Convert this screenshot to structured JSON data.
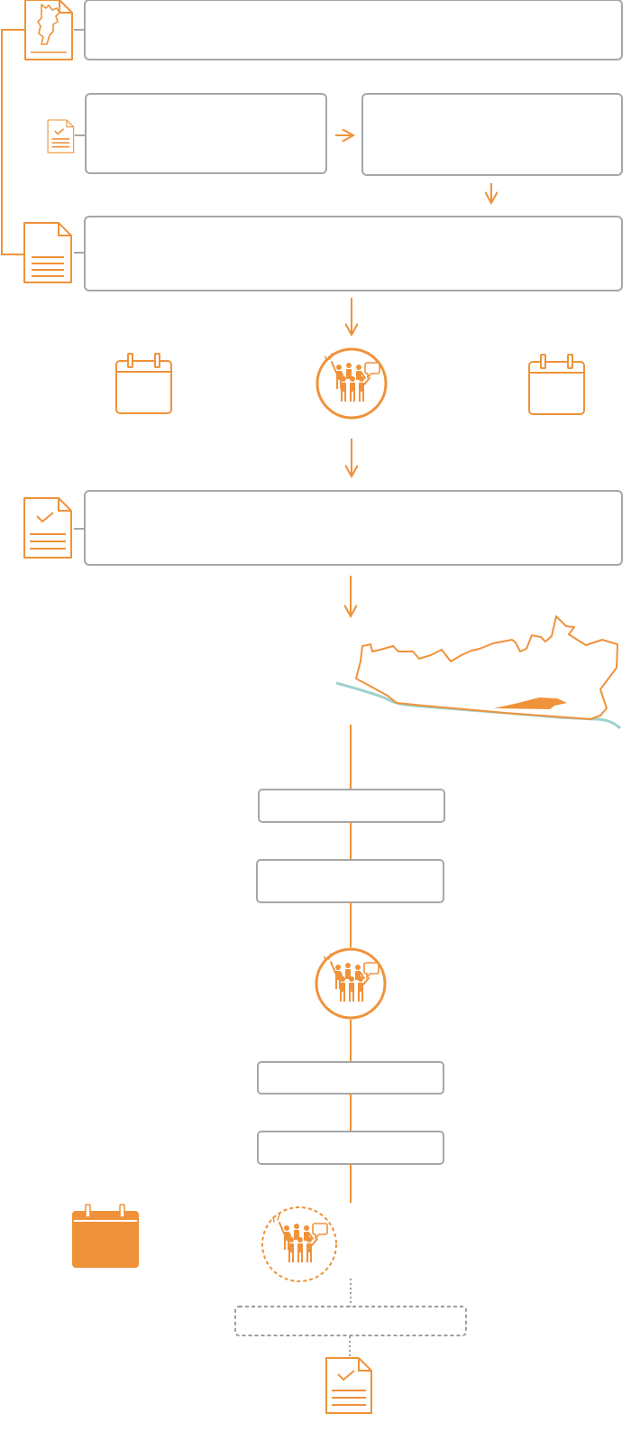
{
  "colors": {
    "accent": "#f0923a",
    "box_border": "#a7a7a7",
    "dashed_border": "#9d9d9d",
    "river": "#9ed1cf"
  },
  "boxes": [
    {
      "id": "box-1",
      "label": ""
    },
    {
      "id": "box-2a",
      "label": ""
    },
    {
      "id": "box-2b",
      "label": ""
    },
    {
      "id": "box-3",
      "label": ""
    },
    {
      "id": "box-4",
      "label": ""
    },
    {
      "id": "box-5",
      "label": ""
    },
    {
      "id": "box-6",
      "label": ""
    },
    {
      "id": "box-7",
      "label": ""
    },
    {
      "id": "box-8",
      "label": ""
    },
    {
      "id": "box-9-dashed",
      "label": ""
    }
  ],
  "icons": {
    "map_document": "map-document-icon",
    "checklist_small": "checklist-icon",
    "document": "document-icon",
    "calendar": "calendar-icon",
    "people_meeting": "people-meeting-icon",
    "region_map": "region-map-icon"
  }
}
